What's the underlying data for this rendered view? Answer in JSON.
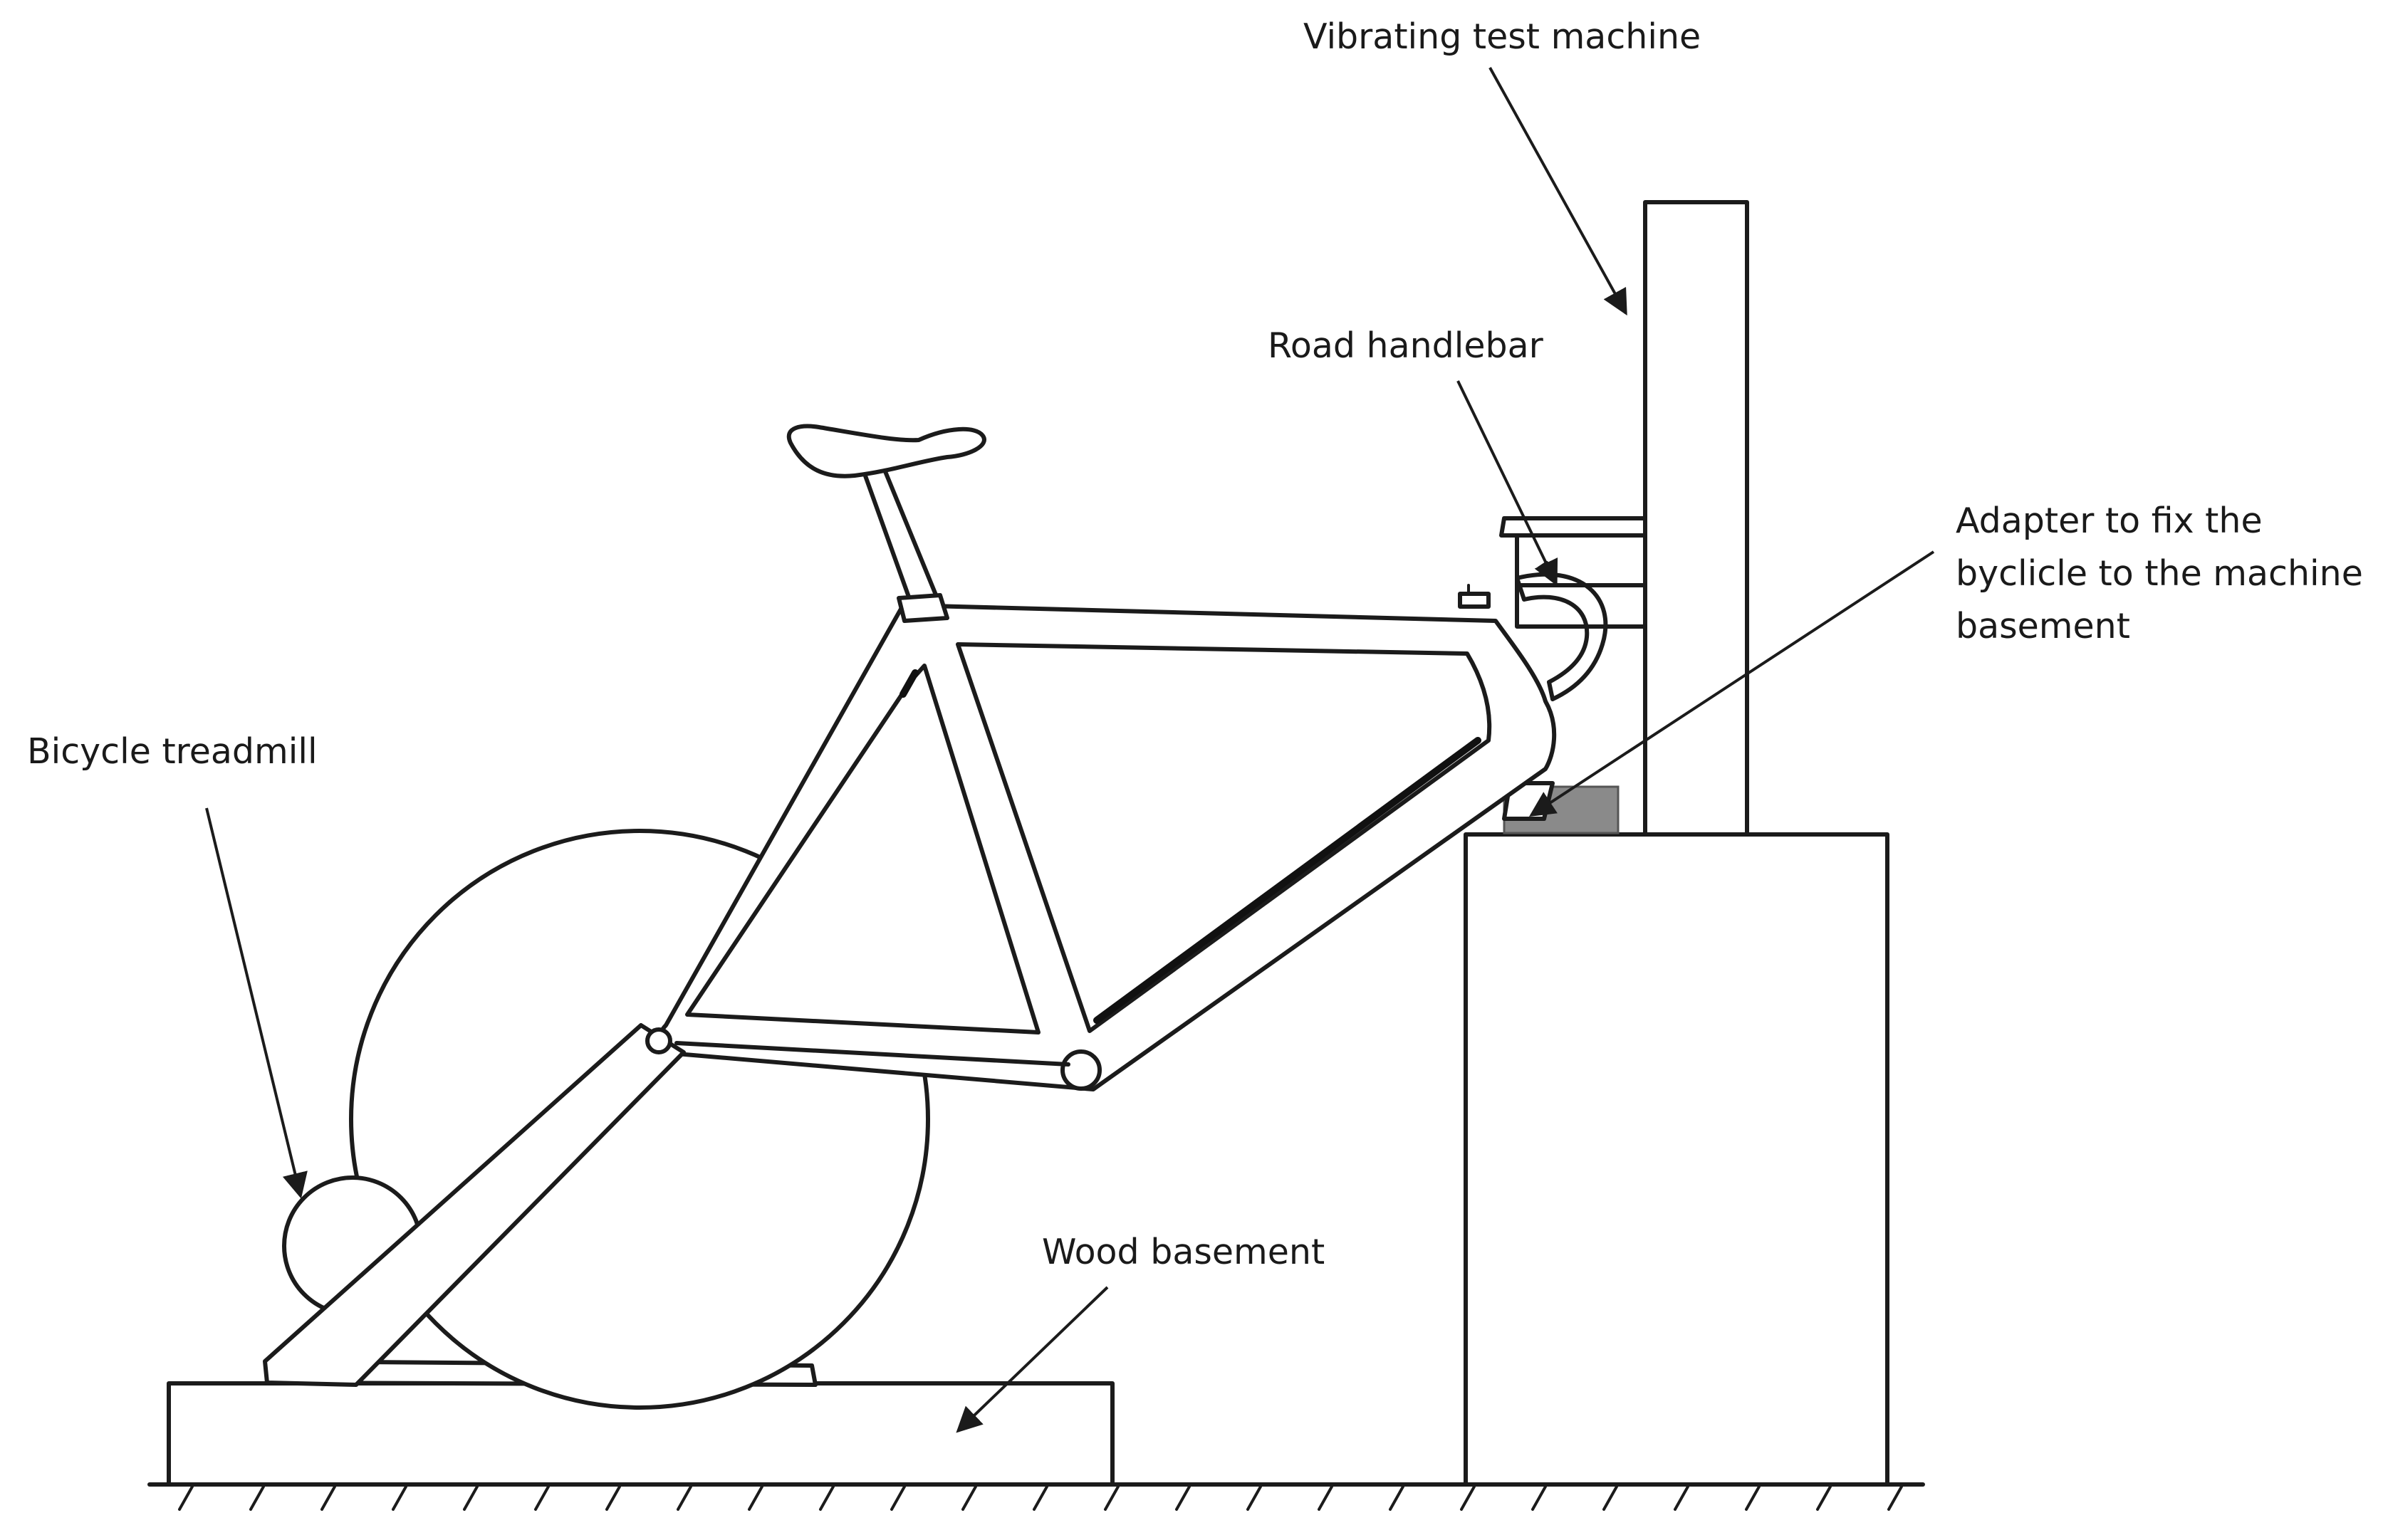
{
  "labels": {
    "vibrating_machine": "Vibrating test machine",
    "road_handlebar": "Road handlebar",
    "adapter_line1": "Adapter to fix the",
    "adapter_line2": "byclicle to the machine",
    "adapter_line3": "basement",
    "bicycle_treadmill": "Bicycle treadmill",
    "wood_basement": "Wood basement"
  },
  "colors": {
    "ink": "#1b1b1b",
    "adapter_grey": "#8a8a8a",
    "background": "#ffffff"
  }
}
